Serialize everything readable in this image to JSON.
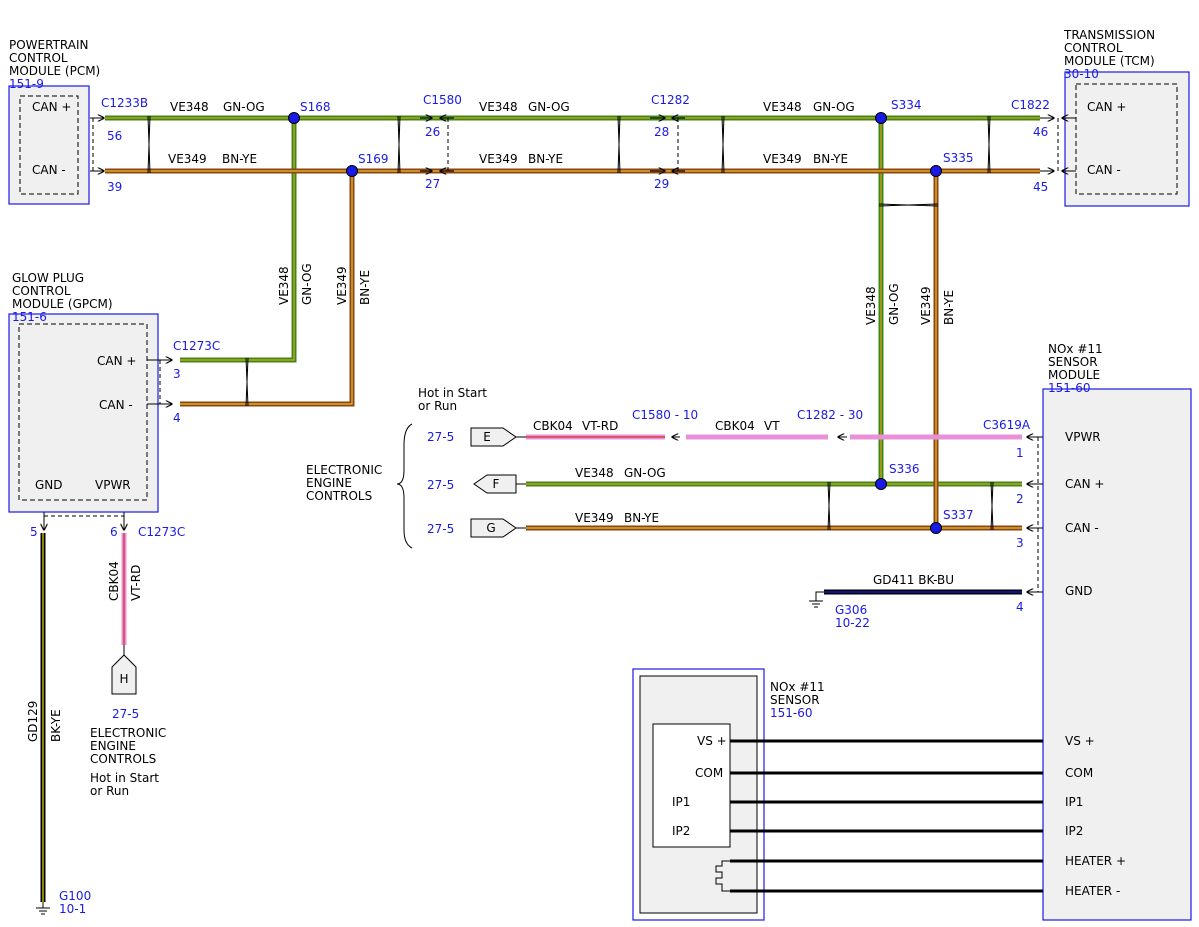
{
  "modules": {
    "pcm": {
      "name": "POWERTRAIN\nCONTROL\nMODULE (PCM)",
      "ref": "151-9",
      "pins": [
        "CAN +",
        "CAN -"
      ]
    },
    "tcm": {
      "name": "TRANSMISSION\nCONTROL\nMODULE (TCM)",
      "ref": "30-10",
      "pins": [
        "CAN +",
        "CAN -"
      ]
    },
    "gpcm": {
      "name": "GLOW PLUG\nCONTROL\nMODULE (GPCM)",
      "ref": "151-6",
      "pins": [
        "CAN +",
        "CAN -",
        "GND",
        "VPWR"
      ]
    },
    "nox_module": {
      "name": "NOx #11\nSENSOR\nMODULE",
      "ref": "151-60",
      "pins": [
        "VPWR",
        "CAN +",
        "CAN -",
        "GND",
        "VS +",
        "COM",
        "IP1",
        "IP2",
        "HEATER +",
        "HEATER -"
      ]
    },
    "nox_sensor": {
      "name": "NOx #11\nSENSOR",
      "ref": "151-60",
      "pins": [
        "VS +",
        "COM",
        "IP1",
        "IP2"
      ]
    }
  },
  "connectors": {
    "c1233b": "C1233B",
    "c1580": "C1580",
    "c1282": "C1282",
    "c1822": "C1822",
    "c1273c": "C1273C",
    "c3619a": "C3619A",
    "c1580_10": "C1580 -  10",
    "c1282_30": "C1282 -  30"
  },
  "splices": {
    "s168": "S168",
    "s169": "S169",
    "s334": "S334",
    "s335": "S335",
    "s336": "S336",
    "s337": "S337"
  },
  "pins": {
    "p56": "56",
    "p39": "39",
    "p26": "26",
    "p27": "27",
    "p28": "28",
    "p29": "29",
    "p46": "46",
    "p45": "45",
    "p3": "3",
    "p4": "4",
    "p5": "5",
    "p6": "6",
    "n1": "1",
    "n2": "2",
    "n3": "3",
    "n4": "4"
  },
  "wires": {
    "ve348": "VE348",
    "ve349": "VE349",
    "gnog": "GN-OG",
    "bnye": "BN-YE",
    "cbk04": "CBK04",
    "vtrd": "VT-RD",
    "vt": "VT",
    "gd129": "GD129",
    "bkye": "BK-YE",
    "gd411": "GD411  BK-BU"
  },
  "grounds": {
    "g100": "G100",
    "g100_ref": "10-1",
    "g306": "G306",
    "g306_ref": "10-22"
  },
  "refs": {
    "e_tag": "E",
    "f_tag": "F",
    "g_tag": "G",
    "h_tag": "H",
    "page_27_5": "27-5",
    "hot_in_start": "Hot in Start\nor Run",
    "electronic_engine_controls": "ELECTRONIC\nENGINE\nCONTROLS"
  },
  "colors": {
    "can_high_green": "#3a8a1a",
    "can_high_orange": "#e0a020",
    "can_low_brown": "#8b4513",
    "can_low_yellow": "#f0c030",
    "vt_rd_pink": "#e890d8",
    "vt_rd_red": "#d03030",
    "bk_bu_black": "#000000",
    "bk_bu_blue": "#1a1ae6",
    "bk_ye_yellow": "#e8e000",
    "module_border_blue": "#1a1ae6"
  }
}
